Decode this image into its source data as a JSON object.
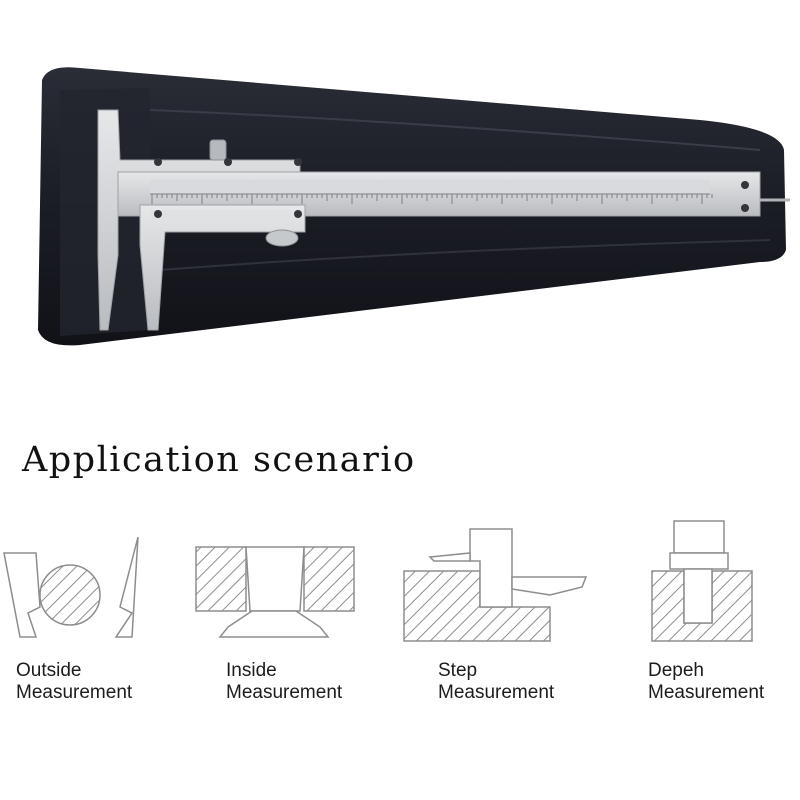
{
  "section_title": "Application scenario",
  "applications": [
    {
      "icon": "outside-measurement-icon",
      "line1": "Outside",
      "line2": "Measurement"
    },
    {
      "icon": "inside-measurement-icon",
      "line1": "Inside",
      "line2": "Measurement"
    },
    {
      "icon": "step-measurement-icon",
      "line1": "Step",
      "line2": "Measurement"
    },
    {
      "icon": "depth-measurement-icon",
      "line1": "Depeh",
      "line2": "Measurement"
    }
  ],
  "colors": {
    "pouch": "#1c1e26",
    "steel": "#cfd1d4",
    "hatch": "#9a9a9a",
    "text": "#1c1c1c"
  }
}
